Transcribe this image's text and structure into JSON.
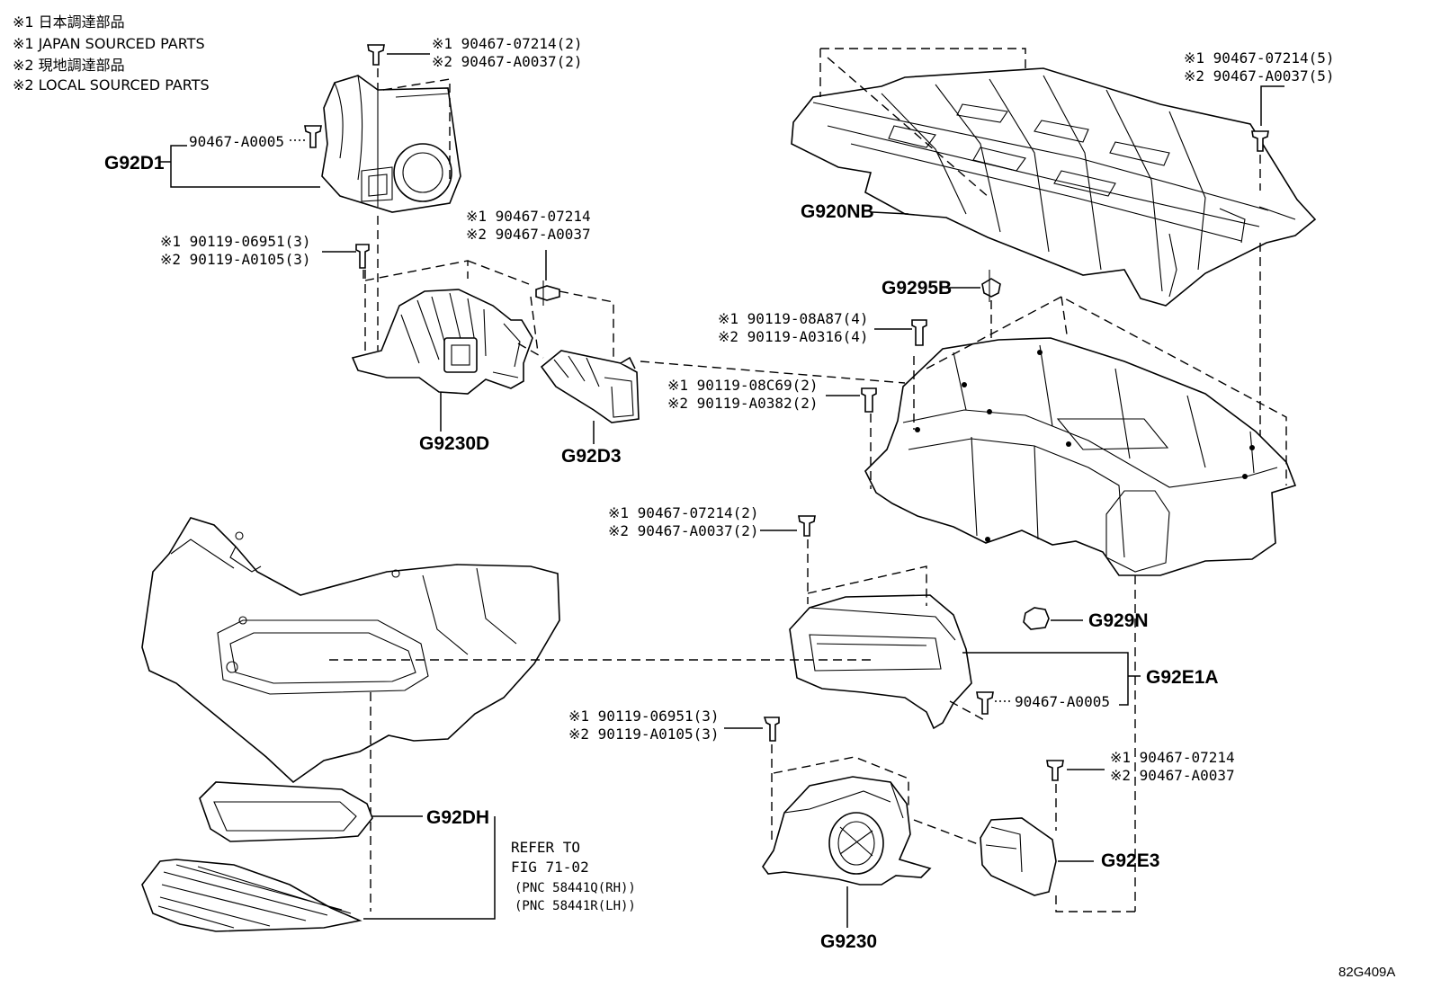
{
  "legend": {
    "line1": "※1 日本調達部品",
    "line2": "※1 JAPAN SOURCED PARTS",
    "line3": "※2 現地調達部品",
    "line4": "※2 LOCAL SOURCED PARTS"
  },
  "callouts": {
    "top_clip": {
      "l1": "※1 90467-07214(2)",
      "l2": "※2 90467-A0037(2)"
    },
    "g92d1_clip": "90467-A0005",
    "g92d1": "G92D1",
    "bolt_g9230d": {
      "l1": "※1 90119-06951(3)",
      "l2": "※2 90119-A0105(3)"
    },
    "g92d3_clip": {
      "l1": "※1 90467-07214",
      "l2": "※2 90467-A0037"
    },
    "g9230d": "G9230D",
    "g92d3": "G92D3",
    "g920nb": "G920NB",
    "right_clip": {
      "l1": "※1 90467-07214(5)",
      "l2": "※2 90467-A0037(5)"
    },
    "g9295b": "G9295B",
    "bolt_08a87": {
      "l1": "※1 90119-08A87(4)",
      "l2": "※2 90119-A0316(4)"
    },
    "bolt_08c69": {
      "l1": "※1 90119-08C69(2)",
      "l2": "※2 90119-A0382(2)"
    },
    "mid_clip": {
      "l1": "※1 90467-07214(2)",
      "l2": "※2 90467-A0037(2)"
    },
    "g929n": "G929N",
    "g92e1a": "G92E1A",
    "g92e1a_clip": "90467-A0005",
    "bolt_g9230": {
      "l1": "※1 90119-06951(3)",
      "l2": "※2 90119-A0105(3)"
    },
    "g92e3_clip": {
      "l1": "※1 90467-07214",
      "l2": "※2 90467-A0037"
    },
    "g92dh": "G92DH",
    "refer": {
      "l1": "REFER TO",
      "l2": "FIG 71-02",
      "l3": "(PNC 58441Q(RH))",
      "l4": "(PNC 58441R(LH))"
    },
    "g92e3": "G92E3",
    "g9230": "G9230"
  },
  "figure_code": "82G409A"
}
